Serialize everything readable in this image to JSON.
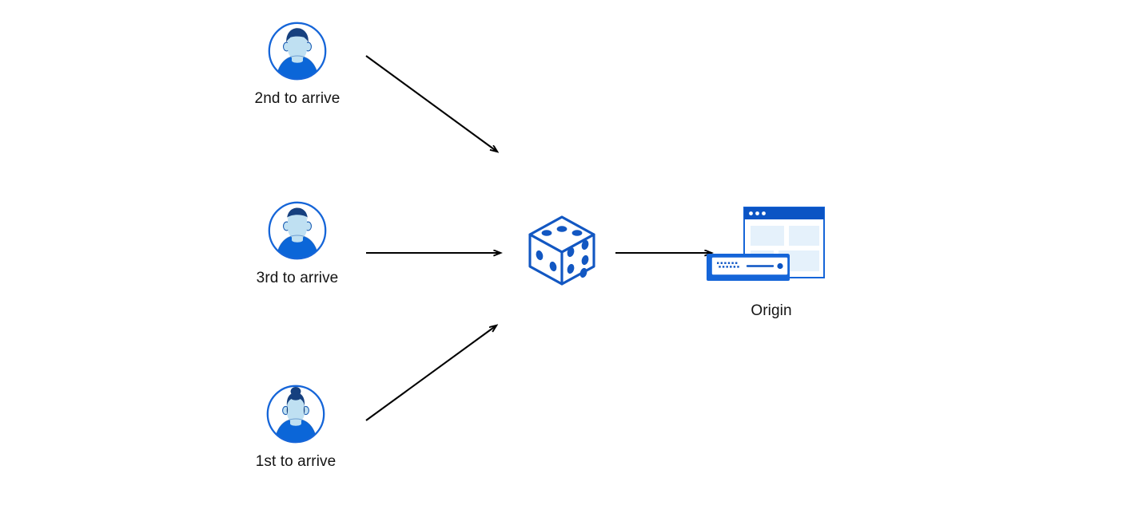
{
  "diagram": {
    "title": "Request arrival order to origin",
    "background_color": "#ffffff",
    "arrow_color": "#000000",
    "label_color": "#141414",
    "palette": {
      "circle_outline": "#1565d8",
      "face_fill": "#c5e3f5",
      "hair_dark": "#16407f",
      "shirt_blue": "#0b66d8",
      "dice_blue": "#1257c2",
      "browser_bar": "#0b54c4",
      "browser_block": "#e5f1fb",
      "server_body": "#ffffff",
      "server_outline": "#1565d8",
      "server_accent": "#0b54c4"
    },
    "nodes": [
      {
        "id": "visitor-2nd",
        "type": "avatar",
        "icon": "person-avatar-icon",
        "hair_style": "short",
        "label": "2nd to arrive"
      },
      {
        "id": "visitor-3rd",
        "type": "avatar",
        "icon": "person-avatar-icon",
        "hair_style": "short",
        "label": "3rd to arrive"
      },
      {
        "id": "visitor-1st",
        "type": "avatar",
        "icon": "person-avatar-icon",
        "hair_style": "bun",
        "label": "1st to arrive"
      },
      {
        "id": "randomizer",
        "type": "dice",
        "icon": "dice-icon",
        "label": "",
        "faces": {
          "top_dots": 3,
          "left_dots": 2,
          "right_dots": 5
        }
      },
      {
        "id": "origin",
        "type": "server",
        "icon": "origin-server-icon",
        "label": "Origin"
      }
    ],
    "arrows": [
      {
        "id": "arrow-2nd-to-dice",
        "from": "visitor-2nd",
        "to": "randomizer",
        "direction": "down-right"
      },
      {
        "id": "arrow-3rd-to-dice",
        "from": "visitor-3rd",
        "to": "randomizer",
        "direction": "right"
      },
      {
        "id": "arrow-1st-to-dice",
        "from": "visitor-1st",
        "to": "randomizer",
        "direction": "up-right"
      },
      {
        "id": "arrow-dice-to-origin",
        "from": "randomizer",
        "to": "origin",
        "direction": "right"
      }
    ]
  }
}
